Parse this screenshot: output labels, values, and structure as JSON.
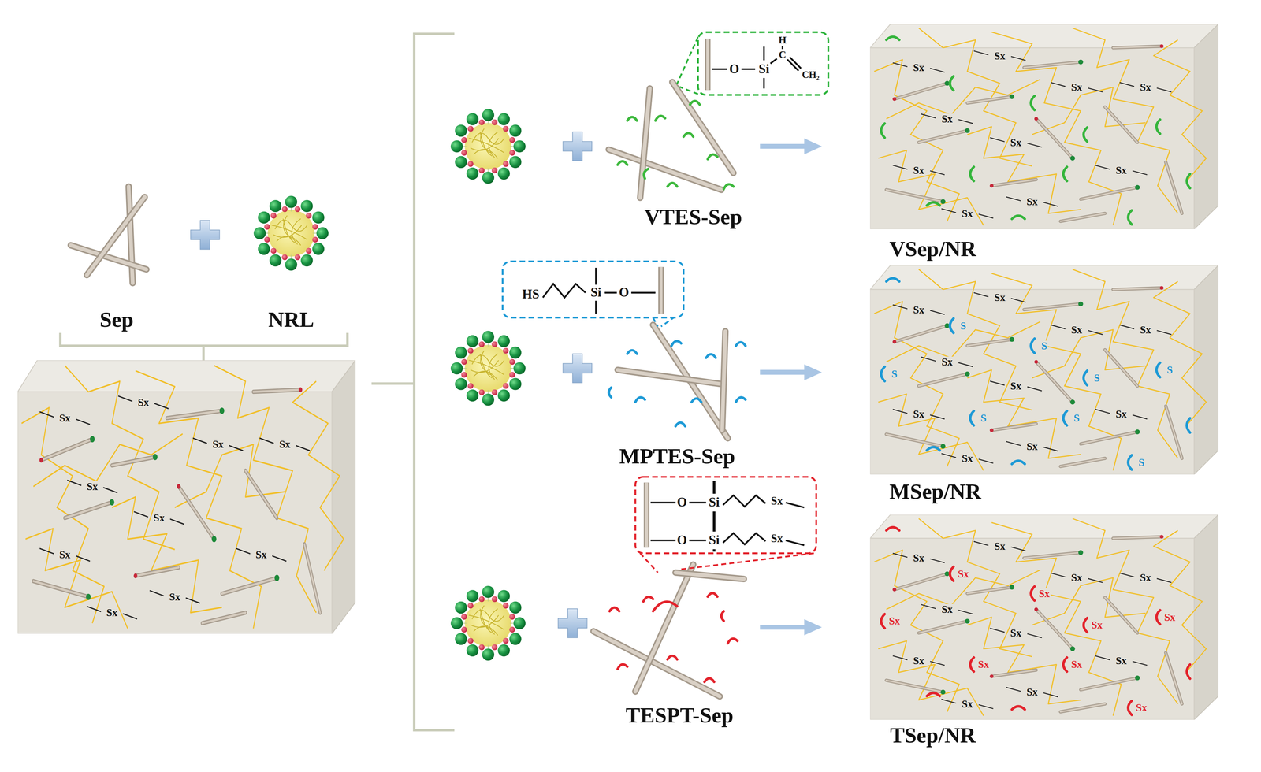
{
  "diagram": {
    "nodes": [
      {
        "text": [
          "Sx",
          "Sx",
          "Sx",
          "Sx",
          "Sx",
          "Sx",
          "Sx",
          "Sx",
          "Sx",
          "Sx"
        ]
      },
      {
        "text": [
          "O",
          "Si",
          "H",
          "C",
          "CH₂"
        ]
      },
      {
        "text": [
          "Sx",
          "Sx",
          "Sx",
          "Sx",
          "Sx",
          "Sx",
          "Sx",
          "Sx",
          "Sx",
          "Sx"
        ]
      },
      {
        "text": [
          "HS",
          "Si",
          "O"
        ]
      },
      {
        "text": [
          "Sx",
          "Sx",
          "Sx",
          "Sx",
          "Sx",
          "Sx",
          "Sx",
          "Sx",
          "Sx",
          "Sx",
          "S",
          "S",
          "S",
          "S",
          "S",
          "S",
          "S",
          "S"
        ]
      },
      {
        "text": [
          "O",
          "Si",
          "Sx",
          "O",
          "Si",
          "Sx"
        ]
      },
      {
        "text": [
          "Sx",
          "Sx",
          "Sx",
          "Sx",
          "Sx",
          "Sx",
          "Sx",
          "Sx",
          "Sx",
          "Sx",
          "Sx",
          "Sx",
          "Sx",
          "Sx",
          "Sx",
          "Sx",
          "Sx",
          "Sx"
        ]
      }
    ],
    "labels": [
      "Sep",
      "NRL",
      "VTES-Sep",
      "MPTES-Sep",
      "TESPT-Sep",
      "VSep/NR",
      "MSep/NR",
      "TSep/NR"
    ]
  }
}
